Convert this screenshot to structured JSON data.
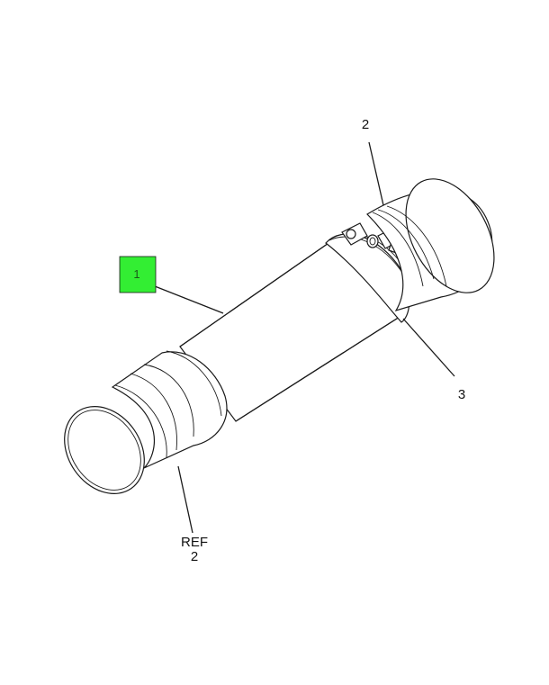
{
  "callouts": {
    "item1": {
      "label": "1",
      "highlight_color": "#33ee33"
    },
    "item2_top": {
      "label": "2"
    },
    "item3": {
      "label": "3"
    },
    "item_ref_line1": {
      "label": "REF"
    },
    "item_ref_line2": {
      "label": "2"
    }
  },
  "colors": {
    "line": "#1a1a1a",
    "background": "#ffffff",
    "highlight": "#33ee33"
  }
}
